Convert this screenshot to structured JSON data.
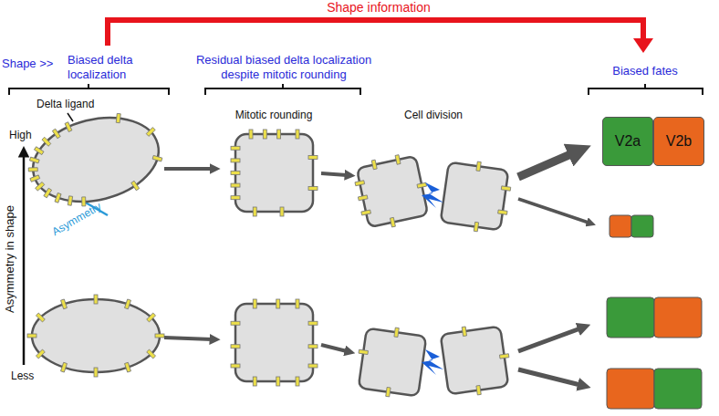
{
  "diagram": {
    "nodes": [
      {
        "text": [
          "V2a"
        ]
      },
      {
        "text": [
          "V2b"
        ]
      }
    ],
    "labels": [
      "Shape information",
      "Shape >>",
      "Biased delta localization",
      "Residual biased delta localization despite mitotic rounding",
      "Biased fates",
      "Delta ligand",
      "High",
      "Asymmetry",
      "Asymmetry in shape",
      "Less",
      "Mitotic rounding",
      "Cell division"
    ]
  }
}
